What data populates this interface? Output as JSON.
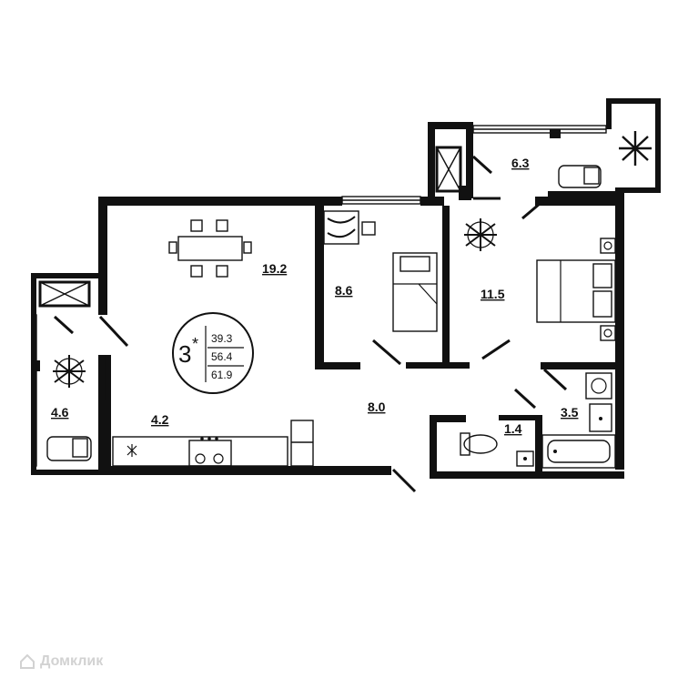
{
  "plan": {
    "rooms": [
      {
        "id": "living-room",
        "area": "19.2"
      },
      {
        "id": "bedroom-small",
        "area": "8.6"
      },
      {
        "id": "bedroom-large",
        "area": "11.5"
      },
      {
        "id": "balcony-top",
        "area": "6.3"
      },
      {
        "id": "loggia-left",
        "area": "4.6"
      },
      {
        "id": "kitchen",
        "area": "4.2"
      },
      {
        "id": "hallway",
        "area": "8.0"
      },
      {
        "id": "toilet",
        "area": "1.4"
      },
      {
        "id": "bathroom",
        "area": "3.5"
      }
    ],
    "summary": {
      "room_count": "3",
      "room_mark": "*",
      "living_area": "39.3",
      "total_area": "56.4",
      "total_area_with_balconies": "61.9"
    },
    "icons": [
      "dining-table-icon",
      "plant-icon",
      "bed-icon",
      "double-bed-icon",
      "armchair-icon",
      "toilet-icon",
      "bathtub-icon",
      "sink-icon",
      "washing-machine-icon",
      "stove-icon",
      "fridge-icon",
      "wardrobe-icon",
      "socket-icon"
    ],
    "colors": {
      "wall": "#111111",
      "background": "#ffffff",
      "watermark": "#d2d2d2"
    }
  },
  "watermark": {
    "text": "Домклик"
  }
}
